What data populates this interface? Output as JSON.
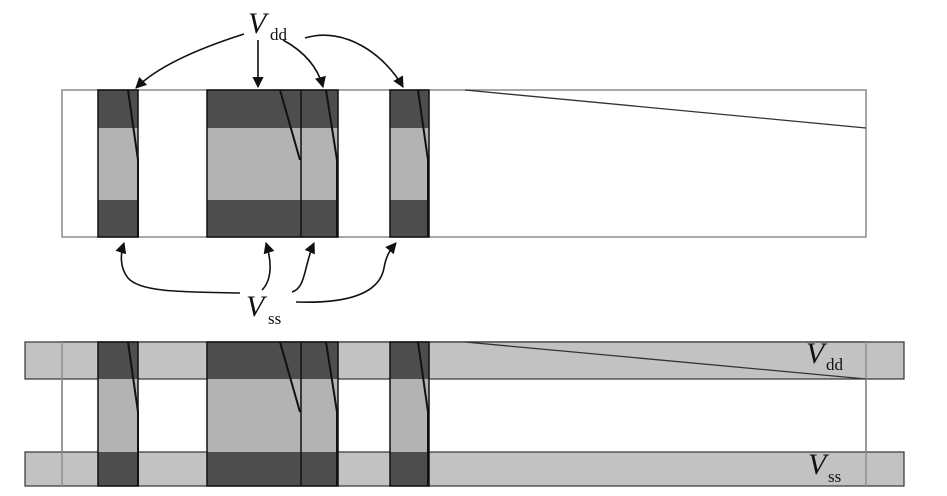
{
  "labels": {
    "top_vdd": {
      "main": "V",
      "sub": "dd"
    },
    "mid_vss": {
      "main": "V",
      "sub": "ss"
    },
    "rail_vdd": {
      "main": "V",
      "sub": "dd"
    },
    "rail_vss": {
      "main": "V",
      "sub": "ss"
    }
  },
  "colors": {
    "dark_gray": "#4d4d4d",
    "light_gray": "#b3b3b3",
    "rail_gray": "#c2c2c2",
    "outline": "#8c8c8c",
    "stroke": "#111111"
  }
}
